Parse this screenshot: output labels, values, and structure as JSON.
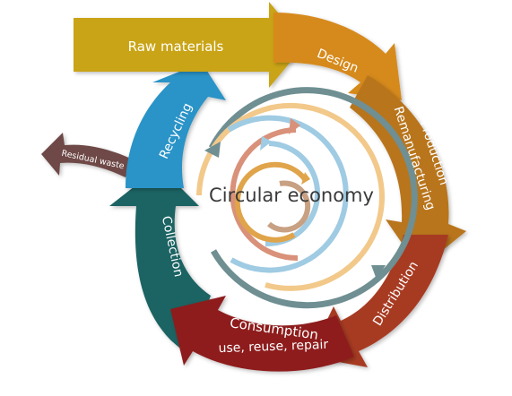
{
  "center_label": "Circular economy",
  "stages": {
    "raw_materials": "Raw materials",
    "design": "Design",
    "production_line1": "Production",
    "production_line2": "Remanufacturing",
    "distribution": "Distribution",
    "consumption_line1": "Consumption",
    "consumption_line2": "use, reuse, repair",
    "collection": "Collection",
    "recycling": "Recycling",
    "residual_waste": "Residual waste"
  },
  "colors": {
    "raw_materials": "#c9a419",
    "design": "#d68a1e",
    "production": "#b8741d",
    "distribution": "#a73a24",
    "consumption": "#8e1e1e",
    "collection": "#1f6363",
    "recycling": "#2a93c7",
    "residual_waste": "#6e4a46",
    "ring_outer": "#6f8f92",
    "ring_light_orange": "#f2c98a",
    "ring_light_blue": "#9fcbe3",
    "ring_salmon": "#d9917a",
    "ring_orange": "#e0a44a",
    "ring_tan": "#c8a082"
  }
}
